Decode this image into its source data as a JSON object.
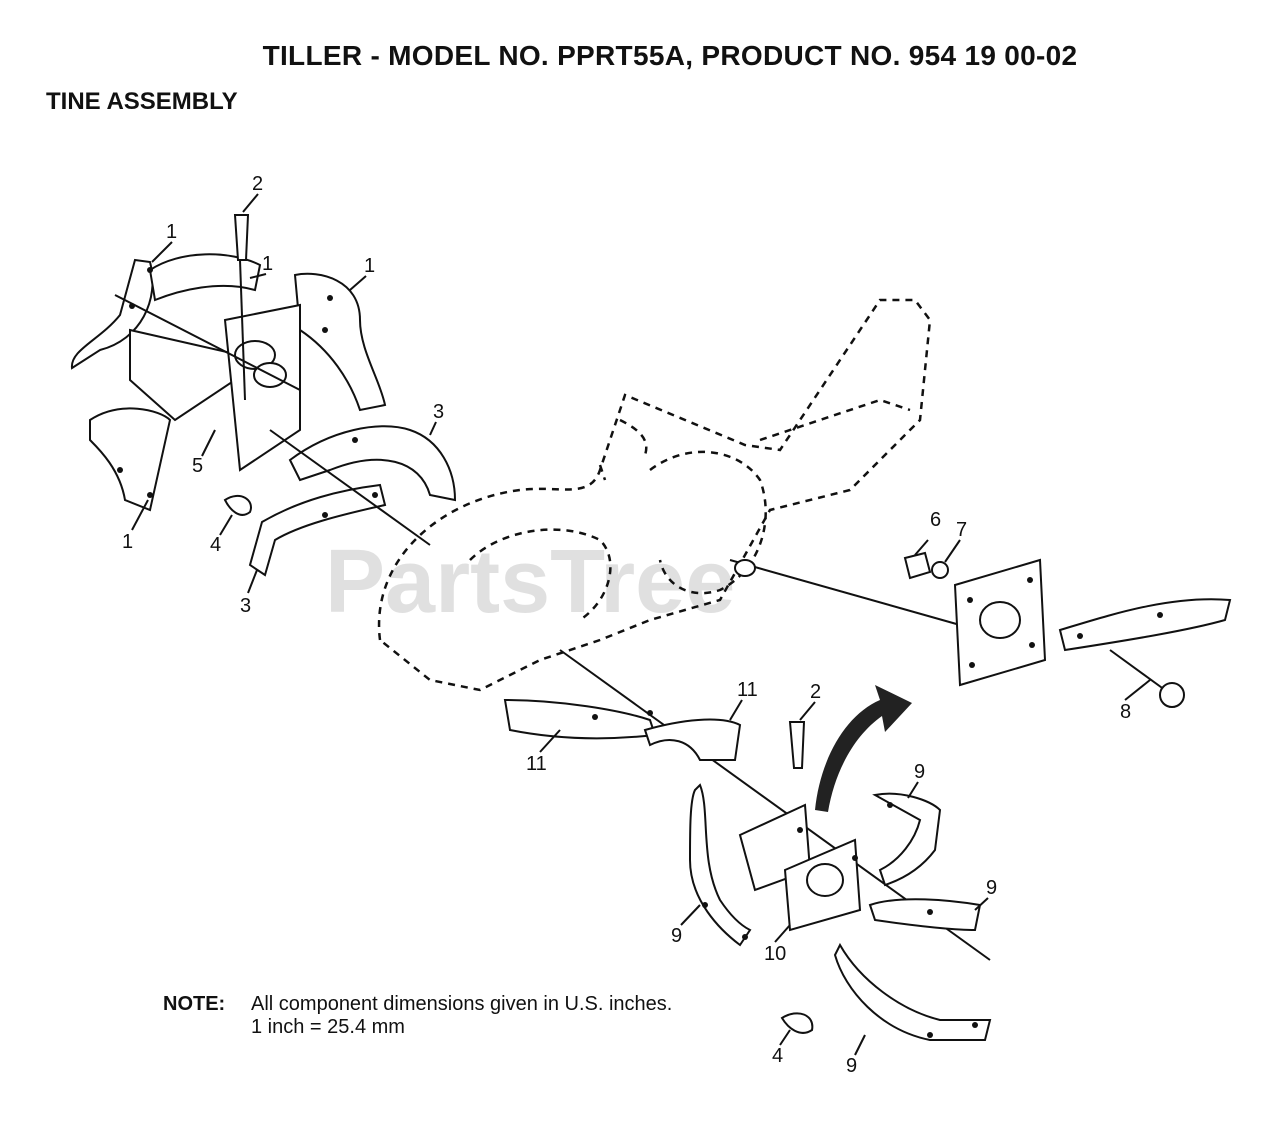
{
  "header": {
    "title": "TILLER - MODEL NO. PPRT55A, PRODUCT NO. 954 19 00-02",
    "subtitle": "TINE ASSEMBLY"
  },
  "watermark": "PartsTree",
  "note": {
    "label": "NOTE:",
    "line1": "All component dimensions given in U.S. inches.",
    "line2": "1 inch = 25.4 mm"
  },
  "callouts": {
    "c1a": "1",
    "c1b": "1",
    "c1c": "1",
    "c1d": "1",
    "c2a": "2",
    "c2b": "2",
    "c3a": "3",
    "c3b": "3",
    "c4a": "4",
    "c4b": "4",
    "c5": "5",
    "c6": "6",
    "c7": "7",
    "c8": "8",
    "c9a": "9",
    "c9b": "9",
    "c9c": "9",
    "c9d": "9",
    "c10": "10",
    "c11a": "11",
    "c11b": "11"
  }
}
